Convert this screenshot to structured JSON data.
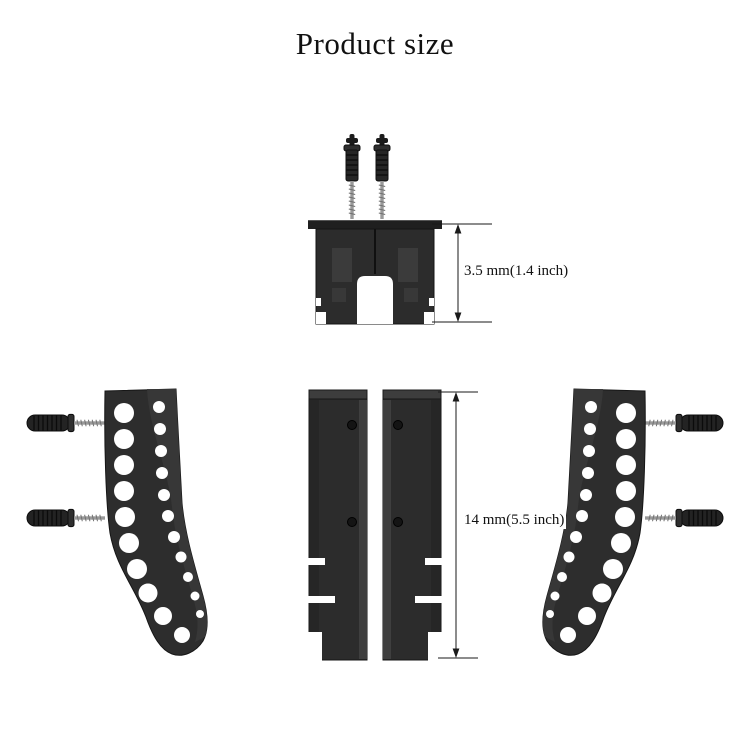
{
  "title": "Product size",
  "annotations": {
    "top_dimension": "3.5 mm(1.4 inch)",
    "bottom_dimension": "14 mm(5.5 inch)"
  },
  "colors": {
    "background": "#ffffff",
    "bracket_dark": "#2d2d2d",
    "bracket_light": "#3a3a3a",
    "metal_screw": "#9a9a9a",
    "dimension_line": "#1a1a1a",
    "text": "#111111"
  },
  "parts": {
    "top_view": "bracket-top-view-with-wall-plugs",
    "front_view": "bracket-front-view",
    "side_view_left": "bracket-side-view-left",
    "side_view_right": "bracket-side-view-right",
    "fasteners": "wall-anchor-with-screw"
  }
}
